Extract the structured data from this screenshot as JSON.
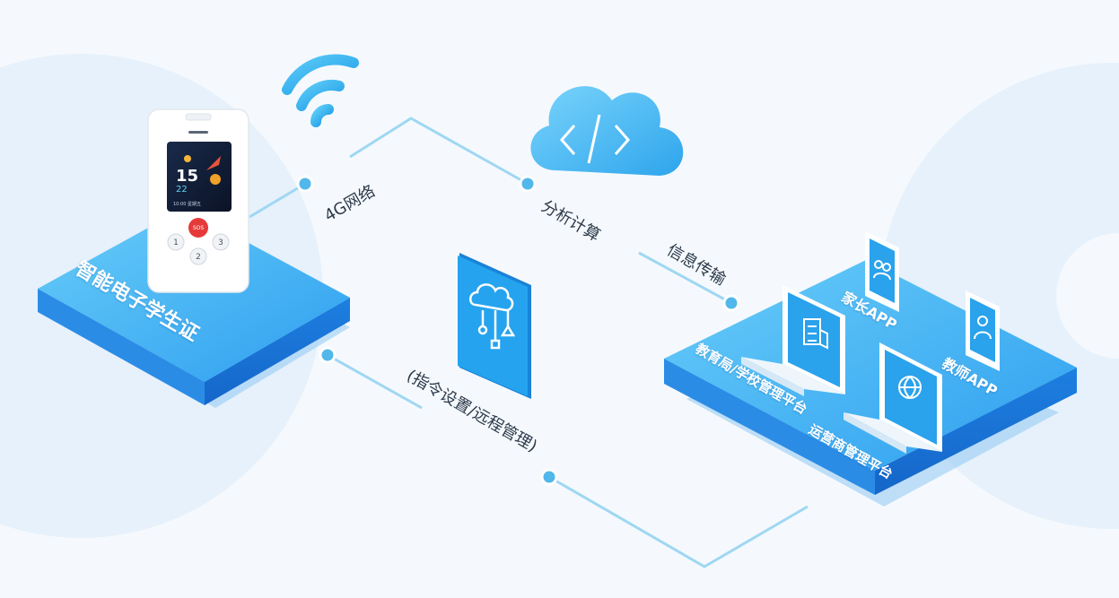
{
  "device": {
    "title": "智能电子学生证",
    "screen_number": "15",
    "screen_sub": "22",
    "screen_footer": "10:00 星期五",
    "sos_label": "SOS",
    "keys": [
      "1",
      "2",
      "3"
    ]
  },
  "connections": {
    "network": "4G网络",
    "compute": "分析计算",
    "transfer": "信息传输",
    "command": "(指令设置/远程管理)"
  },
  "platform": {
    "parent_app": "家长APP",
    "teacher_app": "教师APP",
    "edu_platform": "教育局/学校管理平台",
    "operator_platform": "运营商管理平台"
  },
  "colors": {
    "accent": "#1e9be8",
    "platform_top": "#48b9f3",
    "line": "#9fd7f2",
    "node": "#52b7ea"
  }
}
